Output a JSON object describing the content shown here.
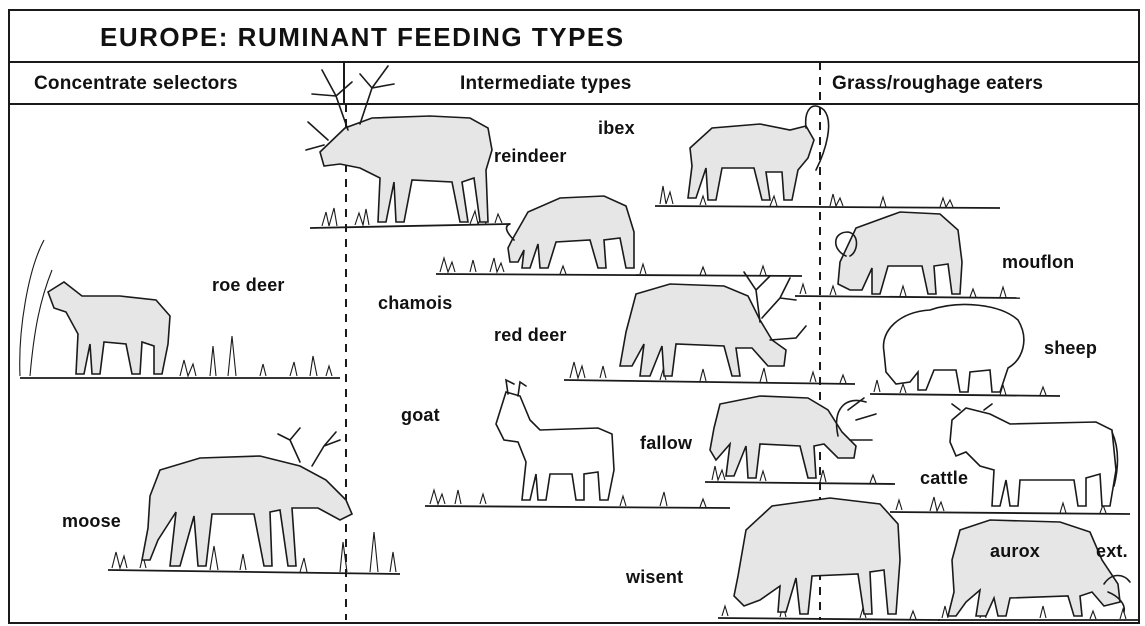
{
  "title": "EUROPE:  RUMINANT  FEEDING TYPES",
  "columns": [
    {
      "label": "Concentrate selectors"
    },
    {
      "label": "Intermediate types"
    },
    {
      "label": "Grass/roughage eaters"
    }
  ],
  "animals": {
    "reindeer": "reindeer",
    "ibex": "ibex",
    "roe_deer": "roe deer",
    "chamois": "chamois",
    "mouflon": "mouflon",
    "red_deer": "red deer",
    "sheep": "sheep",
    "goat": "goat",
    "fallow": "fallow",
    "cattle": "cattle",
    "moose": "moose",
    "wisent": "wisent",
    "aurox": "aurox",
    "aurox_note": "ext."
  }
}
